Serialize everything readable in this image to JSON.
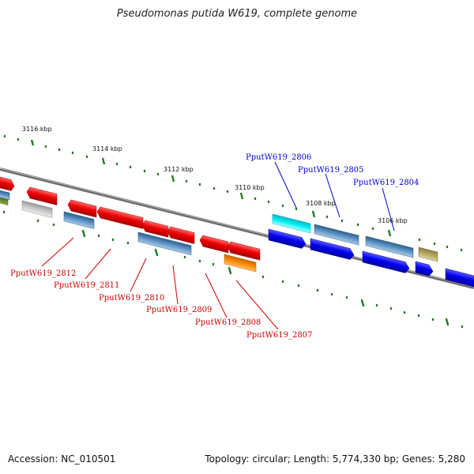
{
  "title": "Pseudomonas putida W619, complete genome",
  "footer": {
    "accession": "Accession: NC_010501",
    "summary": "Topology: circular; Length: 5,774,330 bp; Genes: 5,280"
  },
  "scale": {
    "labels": [
      "3116 kbp",
      "3114 kbp",
      "3112 kbp",
      "3110 kbp",
      "3108 kbp",
      "3106 kbp"
    ],
    "tick_color": "#1f7a1f"
  },
  "colors": {
    "backbone": "#777777",
    "red": "#e30000",
    "blue": "#0000e6",
    "steel": "#4a7fb0",
    "cyan": "#00e5ee",
    "grey": "#c0c0c0",
    "orange": "#ff8c00",
    "khaki": "#b5a860",
    "olive": "#6b8e23"
  },
  "labels_upper": [
    {
      "text": "PputW619_2806",
      "color": "#0000cc"
    },
    {
      "text": "PputW619_2805",
      "color": "#0000cc"
    },
    {
      "text": "PputW619_2804",
      "color": "#0000cc"
    }
  ],
  "labels_lower": [
    {
      "text": "PputW619_2812",
      "color": "#cc0000"
    },
    {
      "text": "PputW619_2811",
      "color": "#cc0000"
    },
    {
      "text": "PputW619_2810",
      "color": "#cc0000"
    },
    {
      "text": "PputW619_2809",
      "color": "#cc0000"
    },
    {
      "text": "PputW619_2808",
      "color": "#cc0000"
    },
    {
      "text": "PputW619_2807",
      "color": "#cc0000"
    }
  ]
}
